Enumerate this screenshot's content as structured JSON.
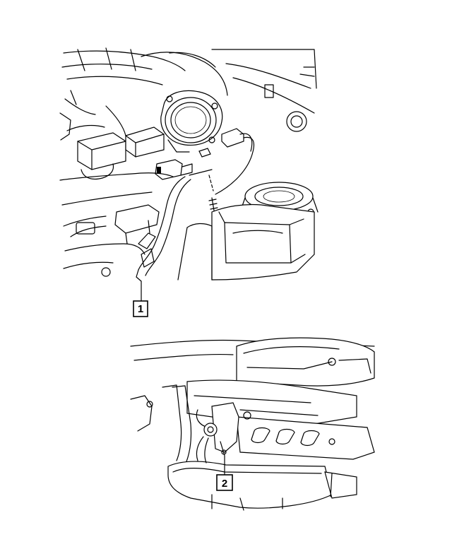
{
  "diagram": {
    "callouts": [
      {
        "id": "callout-1",
        "label": "1"
      },
      {
        "id": "callout-2",
        "label": "2"
      }
    ],
    "views": [
      {
        "id": "engine-bay-view"
      },
      {
        "id": "underbody-view"
      }
    ],
    "colors": {
      "ink": "#000000",
      "paper": "#ffffff"
    }
  }
}
